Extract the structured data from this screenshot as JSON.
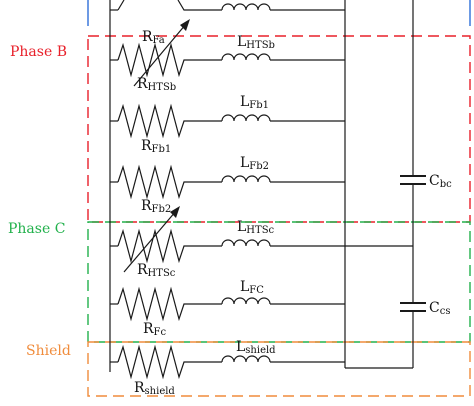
{
  "phases": {
    "b": {
      "label": "Phase B",
      "color": "#e8202a"
    },
    "c": {
      "label": "Phase C",
      "color": "#22b14c"
    },
    "shield": {
      "label": "Shield",
      "color": "#f08c3c"
    },
    "a": {
      "color": "#2e6fd8"
    }
  },
  "labels": {
    "r_fa": {
      "main": "R",
      "sub": "Fa"
    },
    "l_htsb": {
      "main": "L",
      "sub": "HTSb"
    },
    "r_htsb": {
      "main": "R",
      "sub": "HTSb"
    },
    "l_fb1": {
      "main": "L",
      "sub": "Fb1"
    },
    "r_fb1": {
      "main": "R",
      "sub": "Fb1"
    },
    "l_fb2": {
      "main": "L",
      "sub": "Fb2"
    },
    "r_fb2": {
      "main": "R",
      "sub": "Fb2"
    },
    "l_htsc": {
      "main": "L",
      "sub": "HTSc"
    },
    "r_htsc": {
      "main": "R",
      "sub": "HTSc"
    },
    "l_fc": {
      "main": "L",
      "sub": "FC"
    },
    "r_fc": {
      "main": "R",
      "sub": "Fc"
    },
    "l_shield": {
      "main": "L",
      "sub": "shield"
    },
    "r_shield": {
      "main": "R",
      "sub": "shield"
    },
    "c_bc": {
      "main": "C",
      "sub": "bc"
    },
    "c_cs": {
      "main": "C",
      "sub": "cs"
    }
  }
}
